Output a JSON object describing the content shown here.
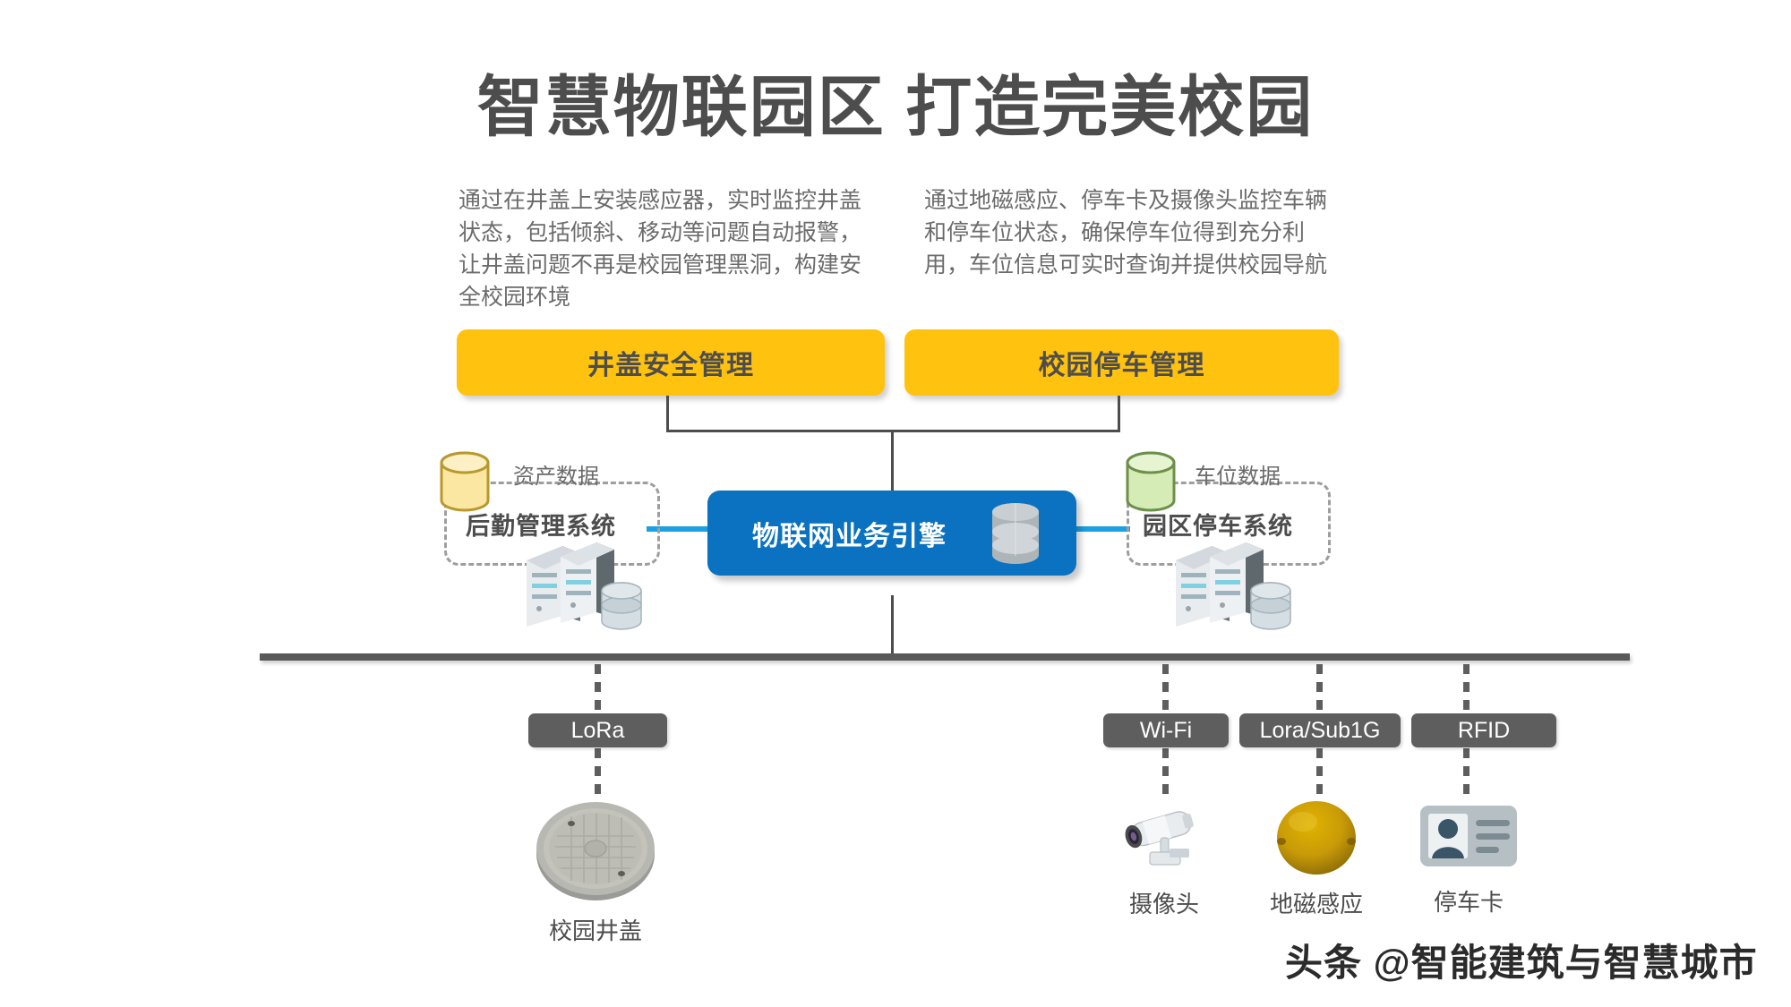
{
  "title": "智慧物联园区 打造完美校园",
  "descriptions": {
    "left": "通过在井盖上安装感应器，实时监控井盖状态，包括倾斜、移动等问题自动报警，让井盖问题不再是校园管理黑洞，构建安全校园环境",
    "right": "通过地磁感应、停车卡及摄像头监控车辆和停车位状态，确保停车位得到充分利用，车位信息可实时查询并提供校园导航"
  },
  "service_boxes": [
    {
      "label": "井盖安全管理",
      "color": "#ffc20e"
    },
    {
      "label": "校园停车管理",
      "color": "#ffc20e"
    }
  ],
  "engine": {
    "label": "物联网业务引擎",
    "color": "#0a72c0",
    "icon": "database-cylinder-gray-icon"
  },
  "systems": {
    "left": {
      "box_label": "后勤管理系统",
      "data_label": "资产数据",
      "cylinder_color": "#fbe7a1",
      "icon": "server-stack-icon"
    },
    "right": {
      "box_label": "园区停车系统",
      "data_label": "车位数据",
      "cylinder_color": "#d6ecb6",
      "icon": "server-stack-icon"
    }
  },
  "protocols": [
    {
      "label": "LoRa"
    },
    {
      "label": "Wi-Fi"
    },
    {
      "label": "Lora/Sub1G"
    },
    {
      "label": "RFID"
    }
  ],
  "devices": [
    {
      "label": "校园井盖",
      "icon": "manhole-cover-icon"
    },
    {
      "label": "摄像头",
      "icon": "cctv-camera-icon"
    },
    {
      "label": "地磁感应",
      "icon": "geomagnetic-dome-sensor-icon"
    },
    {
      "label": "停车卡",
      "icon": "parking-id-card-icon"
    }
  ],
  "watermark": "头条 @智能建筑与智慧城市"
}
